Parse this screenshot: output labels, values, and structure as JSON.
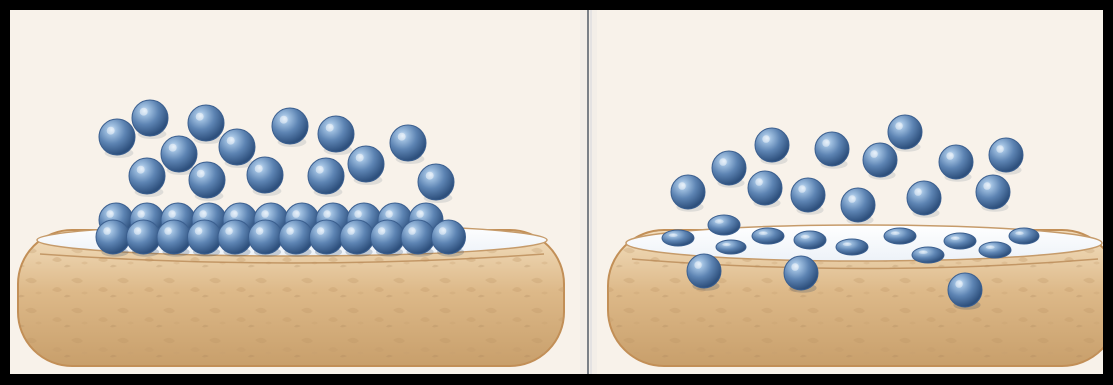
{
  "colors": {
    "frame": "#000000",
    "background": "#f8f2ea",
    "panel_divider": "#7b8087",
    "surface_fill": "#dcb886",
    "surface_rim": "#f6f8fb",
    "particle": "#5d84b3",
    "particle_dark": "#2d4f7c"
  },
  "panels": [
    {
      "panel": "left",
      "surface_icon": "rounded-slab-surface",
      "particle_icon": "sphere-particle"
    },
    {
      "panel": "right",
      "surface_icon": "rounded-slab-surface",
      "particle_icon": "sphere-particle"
    }
  ]
}
